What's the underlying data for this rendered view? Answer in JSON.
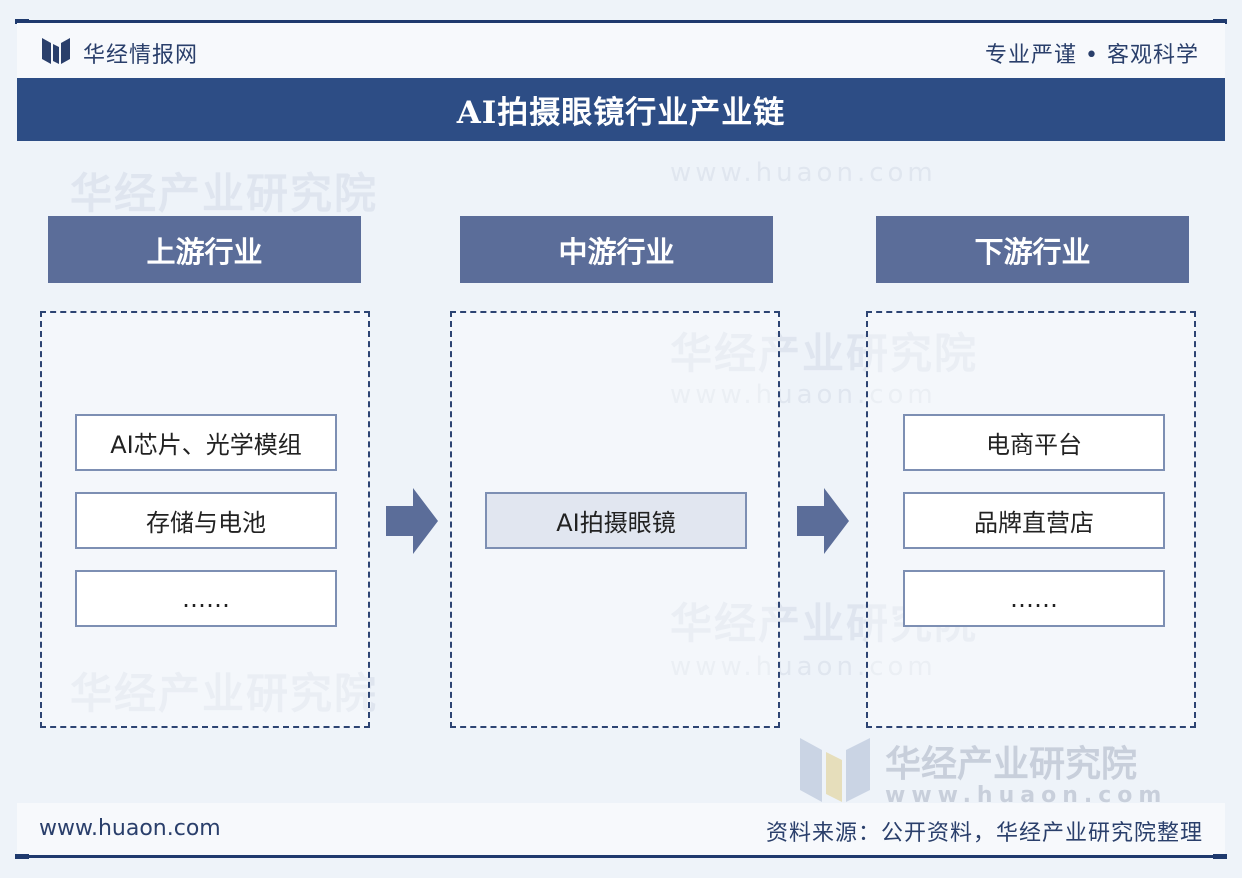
{
  "header": {
    "brand": "华经情报网",
    "slogan": "专业严谨 • 客观科学"
  },
  "title": "AI拍摄眼镜行业产业链",
  "columns": [
    {
      "header": "上游行业",
      "items": [
        "AI芯片、光学模组",
        "存储与电池",
        "……"
      ]
    },
    {
      "header": "中游行业",
      "items": [
        "AI拍摄眼镜"
      ]
    },
    {
      "header": "下游行业",
      "items": [
        "电商平台",
        "品牌直营店",
        "……"
      ]
    }
  ],
  "footer": {
    "url": "www.huaon.com",
    "source": "资料来源：公开资料，华经产业研究院整理"
  },
  "watermark": {
    "text": "华经产业研究院",
    "url": "www.huaon.com"
  },
  "colors": {
    "title_bar": "#2d4d85",
    "column_header": "#5b6d99",
    "arrow": "#5b6d99",
    "dash_border": "#2d4473"
  },
  "icons": {
    "logo": "huajing-logo-icon",
    "arrow": "right-arrow-icon"
  }
}
